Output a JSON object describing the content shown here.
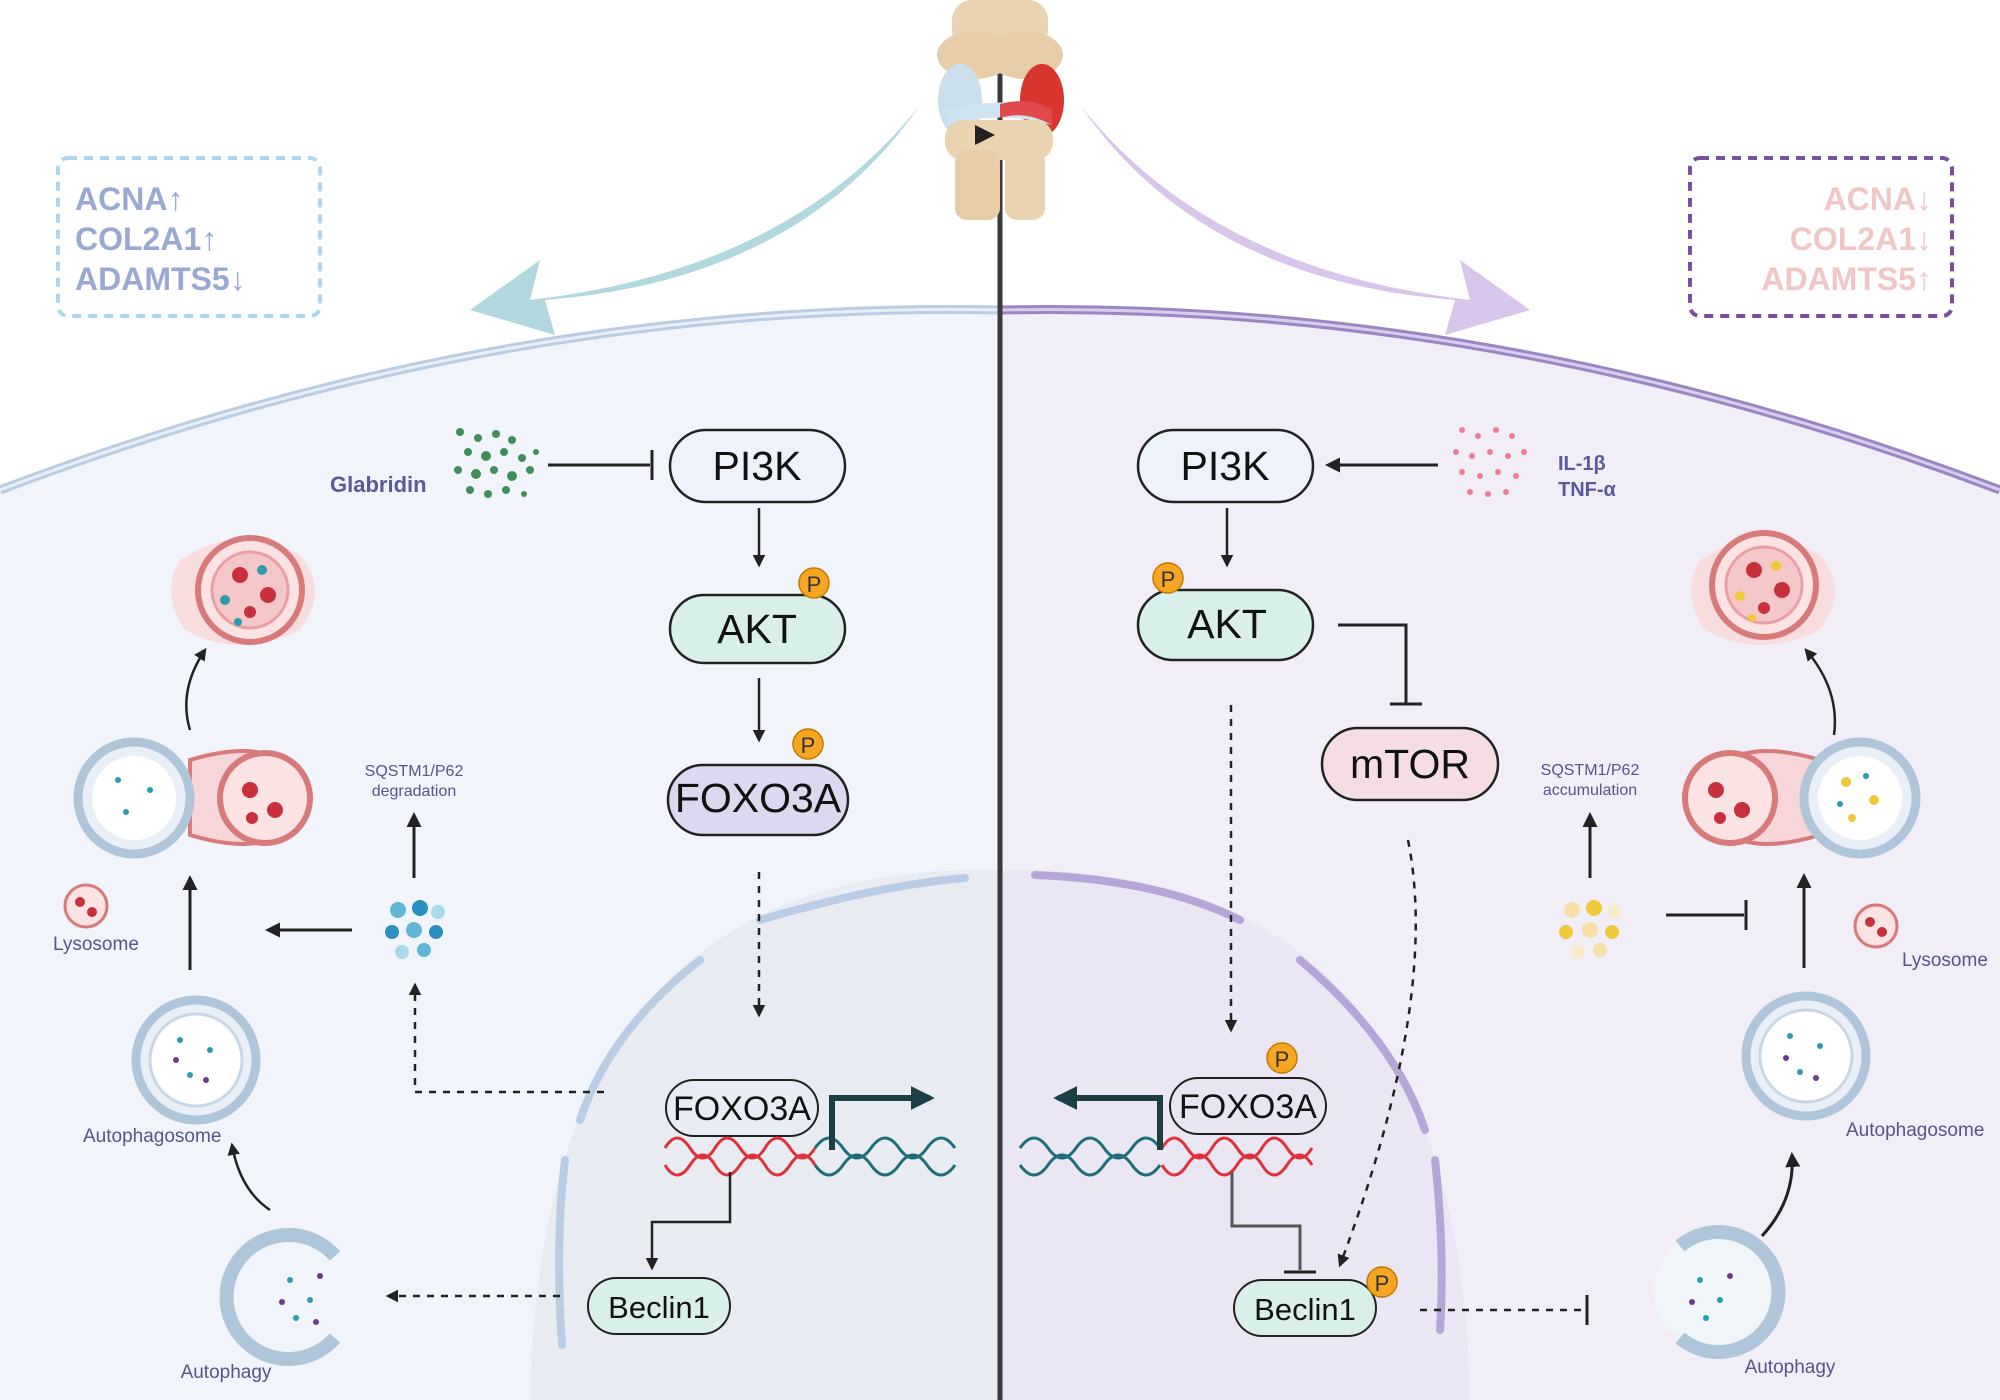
{
  "left": {
    "markers": [
      "ACNA↑",
      "COL2A1↑",
      "ADAMTS5↓"
    ],
    "drug": "Glabridin",
    "nodes": {
      "pi3k": "PI3K",
      "akt": "AKT",
      "foxo3a": "FOXO3A",
      "foxo3a_nuc": "FOXO3A",
      "beclin1": "Beclin1"
    },
    "sqstm1": [
      "SQSTM1/P62",
      "degradation"
    ],
    "lysosome": "Lysosome",
    "autophagosome": "Autophagosome",
    "autophagy": "Autophagy"
  },
  "right": {
    "markers": [
      "ACNA↓",
      "COL2A1↓",
      "ADAMTS5↑"
    ],
    "stimuli": [
      "IL-1β",
      "TNF-α"
    ],
    "nodes": {
      "pi3k": "PI3K",
      "akt": "AKT",
      "mtor": "mTOR",
      "foxo3a_nuc": "FOXO3A",
      "beclin1": "Beclin1"
    },
    "sqstm1": [
      "SQSTM1/P62",
      "accumulation"
    ],
    "lysosome": "Lysosome",
    "autophagosome": "Autophagosome",
    "autophagy": "Autophagy"
  },
  "phospho_label": "P",
  "colors": {
    "left_bg": "#f1f5fb",
    "right_bg": "#f2eef8",
    "left_membrane": "#b9cde4",
    "right_membrane": "#9b86c4",
    "left_arrow": "#a9d4dc",
    "right_arrow": "#d4bfe9",
    "left_marker": "#9aa8d4",
    "right_marker": "#f0c6c6",
    "pi3k_fill": "#eef3fb",
    "akt_fill": "#d9efe9",
    "foxo_fill": "#ddd8f0",
    "mtor_fill": "#f6dde4",
    "phospho": "#f5a623",
    "dna_red": "#e0303a",
    "dna_teal": "#1e6e7a"
  }
}
